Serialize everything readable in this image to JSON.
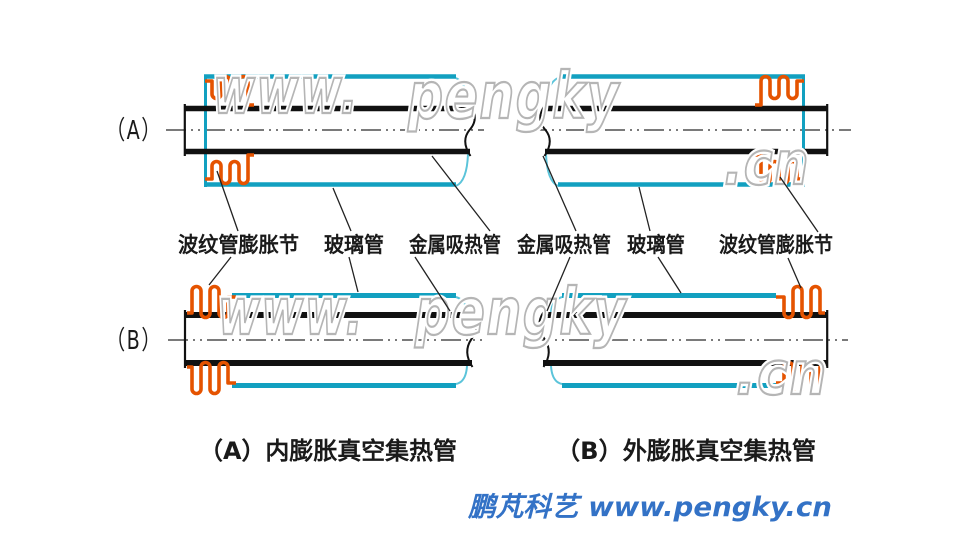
{
  "row_a": {
    "side_label": "（A）",
    "caption": "（A）内膨胀真空集热管"
  },
  "row_b": {
    "side_label": "（B）",
    "caption": "（B）外膨胀真空集热管"
  },
  "labels": {
    "bellows_left": "波纹管膨胀节",
    "glass_left": "玻璃管",
    "metal_left": "金属吸热管",
    "metal_right": "金属吸热管",
    "glass_right": "玻璃管",
    "bellows_right": "波纹管膨胀节"
  },
  "watermark": {
    "www": "www.",
    "pengky": "pengky",
    "cn": ".cn"
  },
  "footer": {
    "text": "鹏芃科艺 www.pengky.cn",
    "color": "#3372c6"
  },
  "colors": {
    "glass": "#12a0c0",
    "glass_light": "#5bc4da",
    "metal": "#111111",
    "bellows": "#e55300",
    "watermark": "#b5b5b5",
    "label_text": "#1a1a1a"
  }
}
